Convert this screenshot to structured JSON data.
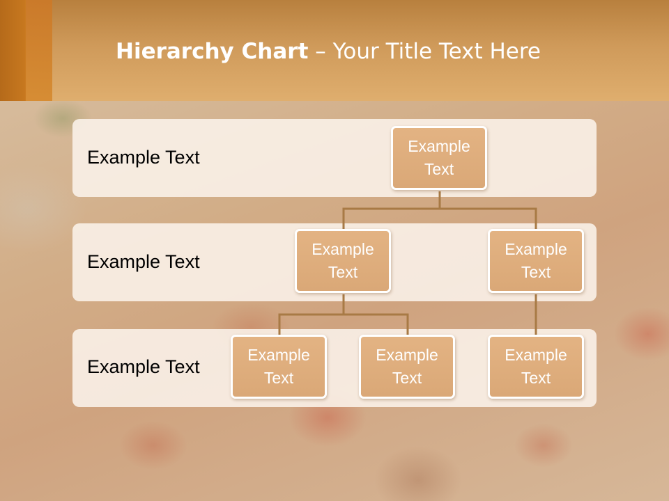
{
  "slide": {
    "title_bold": "Hierarchy Chart",
    "title_separator": " – ",
    "title_rest": "Your Title Text Here"
  },
  "levels": [
    {
      "label": "Example Text"
    },
    {
      "label": "Example Text"
    },
    {
      "label": "Example Text"
    }
  ],
  "nodes": {
    "root": "Example Text",
    "level2_left": "Example Text",
    "level2_right": "Example Text",
    "level3_left": "Example Text",
    "level3_middle": "Example Text",
    "level3_right": "Example Text"
  },
  "colors": {
    "header": "#d39d5e",
    "node_fill": "#dfaf7e",
    "node_border": "#ffffff",
    "connector": "#a87a45",
    "band": "#f9f2e9"
  }
}
